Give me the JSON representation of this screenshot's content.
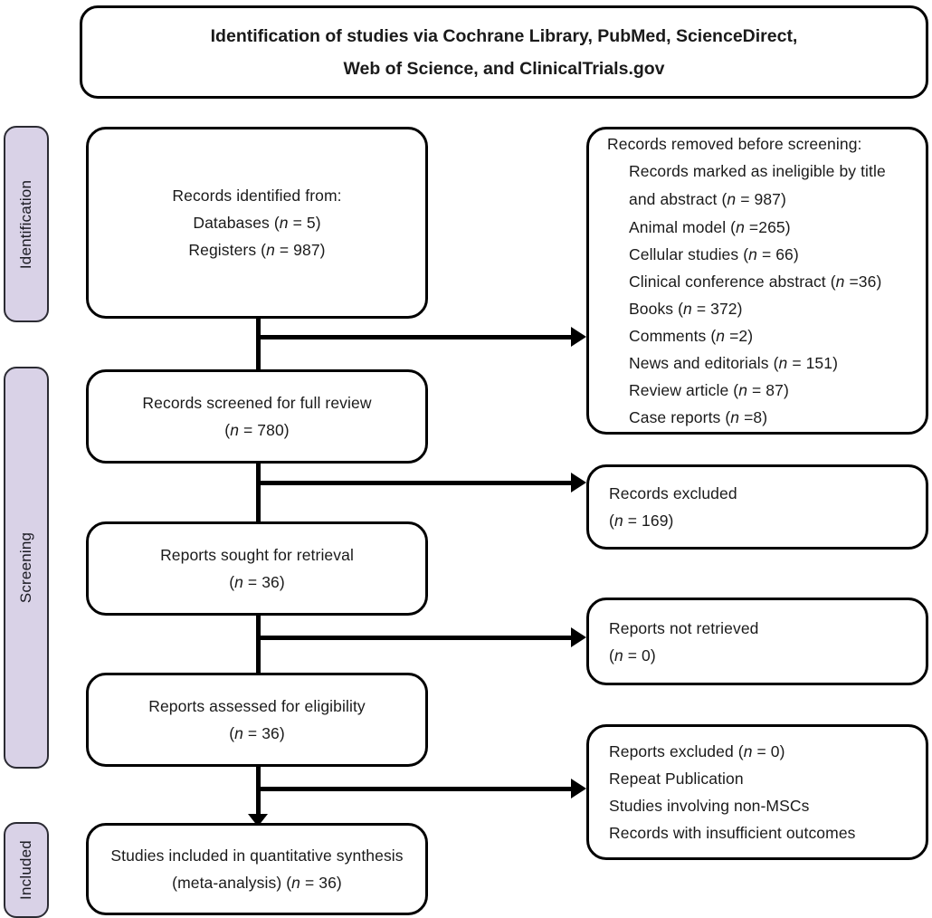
{
  "diagram": {
    "type": "prisma-flow-diagram",
    "accent_color": "#d9d2e7",
    "border_color": "#000000"
  },
  "header": {
    "line1": "Identification of studies via Cochrane Library, PubMed, ScienceDirect,",
    "line2": "Web of Science, and ClinicalTrials.gov"
  },
  "phases": [
    {
      "label": "Identification"
    },
    {
      "label": "Screening"
    },
    {
      "label": "Included"
    }
  ],
  "left_boxes": {
    "identified": {
      "line1": "Records identified from:",
      "line2_label": "Databases (",
      "line2_n": "n",
      "line2_value": " = 5)",
      "line3_label": "Registers (",
      "line3_n": "n",
      "line3_value": " = 987)"
    },
    "screened": {
      "line1": "Records screened for full review",
      "n": "n",
      "value": " = 780)"
    },
    "sought": {
      "line1": "Reports sought for retrieval",
      "n": "n",
      "value": " = 36)"
    },
    "assessed": {
      "line1": "Reports assessed for eligibility",
      "n": "n",
      "value": " = 36)"
    },
    "included": {
      "line1": "Studies included in quantitative synthesis",
      "line2_pre": "(meta-analysis) (",
      "n": "n",
      "value": " = 36)"
    }
  },
  "right_boxes": {
    "removed": {
      "heading": "Records removed before screening:",
      "items": [
        {
          "text": "Records marked as ineligible by title and abstract (",
          "n": "n",
          "value": " = 987)"
        },
        {
          "text": "Animal model (",
          "n": "n",
          "value": " =265)"
        },
        {
          "text": "Cellular studies (",
          "n": "n",
          "value": " = 66)"
        },
        {
          "text": "Clinical conference abstract (",
          "n": "n",
          "value": " =36)"
        },
        {
          "text": "Books (",
          "n": "n",
          "value": " = 372)"
        },
        {
          "text": "Comments (",
          "n": "n",
          "value": " =2)"
        },
        {
          "text": "News and editorials (",
          "n": "n",
          "value": " = 151)"
        },
        {
          "text": "Review article (",
          "n": "n",
          "value": " = 87)"
        },
        {
          "text": "Case reports (",
          "n": "n",
          "value": " =8)"
        }
      ]
    },
    "records_excluded": {
      "line1": "Records excluded",
      "n": "n",
      "value": " = 169)"
    },
    "not_retrieved": {
      "line1": "Reports not retrieved",
      "n": "n",
      "value": " = 0)"
    },
    "reports_excluded": {
      "line1_pre": "Reports excluded (",
      "n": "n",
      "line1_value": " = 0)",
      "line2": "Repeat Publication",
      "line3": "Studies involving non-MSCs",
      "line4": "Records with insufficient outcomes"
    }
  }
}
